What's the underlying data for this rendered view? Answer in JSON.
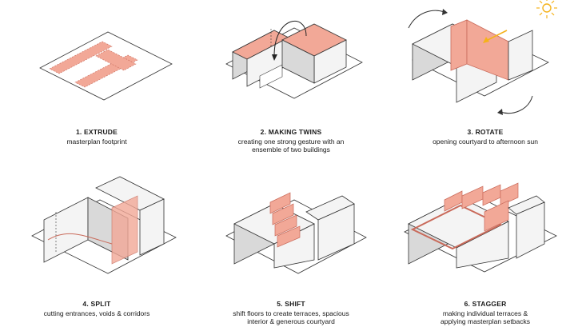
{
  "steps": [
    {
      "title": "1. EXTRUDE",
      "subtitle": "masterplan footprint"
    },
    {
      "title": "2. MAKING TWINS",
      "subtitle": "creating one strong gesture with an\nensemble of two buildings"
    },
    {
      "title": "3. ROTATE",
      "subtitle": "opening courtyard to afternoon sun"
    },
    {
      "title": "4. SPLIT",
      "subtitle": "cutting entrances, voids & corridors"
    },
    {
      "title": "5. SHIFT",
      "subtitle": "shift floors to create terraces, spacious\ninterior & generous courtyard"
    },
    {
      "title": "6. STAGGER",
      "subtitle": "making individual terraces &\napplying masterplan setbacks"
    }
  ],
  "colors": {
    "accent": "#f2a897",
    "accent_dark": "#c96a5a",
    "wall_light": "#f4f4f4",
    "wall_dark": "#d9d9d9",
    "line": "#333333",
    "sun": "#f5b21a"
  },
  "icons": [
    "sun-icon",
    "rotate-arrow-icon",
    "curved-arrow-icon"
  ]
}
